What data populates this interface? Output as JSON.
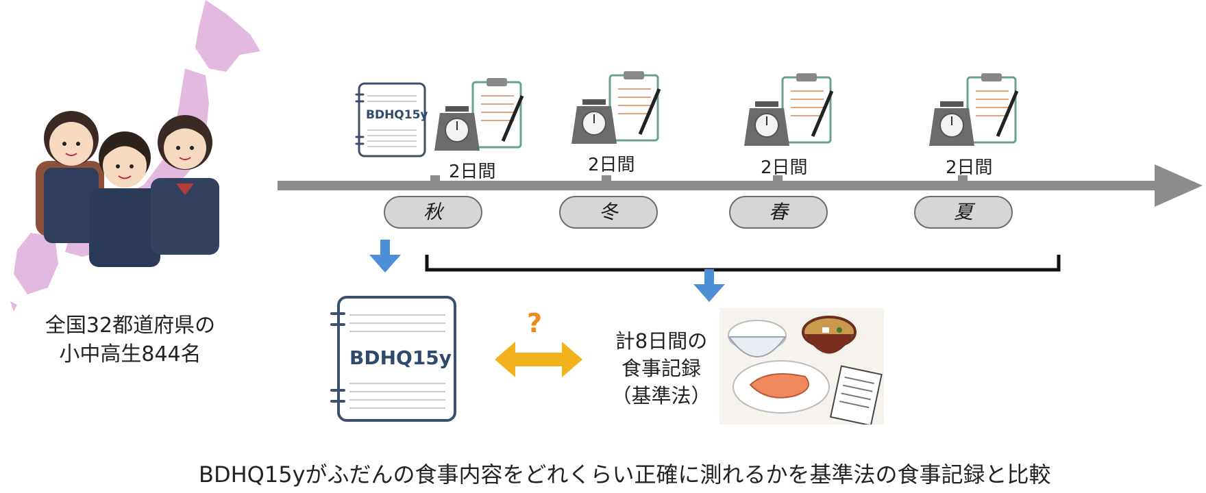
{
  "participants": {
    "caption_line1": "全国32都道府県の",
    "caption_line2": "小中高生844名"
  },
  "questionnaire": {
    "name": "BDHQ15y"
  },
  "timeline": {
    "seasons": [
      {
        "label": "秋",
        "days": "2日間"
      },
      {
        "label": "冬",
        "days": "2日間"
      },
      {
        "label": "春",
        "days": "2日間"
      },
      {
        "label": "夏",
        "days": "2日間"
      }
    ]
  },
  "comparison": {
    "question_mark": "?",
    "record_line1": "計8日間の",
    "record_line2": "食事記録",
    "record_line3": "（基準法）"
  },
  "footer": {
    "caption": "BDHQ15yがふだんの食事内容をどれくらい正確に測れるかを基準法の食事記録と比較"
  },
  "colors": {
    "map": "#e4b9df",
    "timeline": "#8c8c8c",
    "arrow_blue": "#4d8fd6",
    "arrow_yellow": "#f2b21c",
    "question": "#ef8a1a"
  }
}
